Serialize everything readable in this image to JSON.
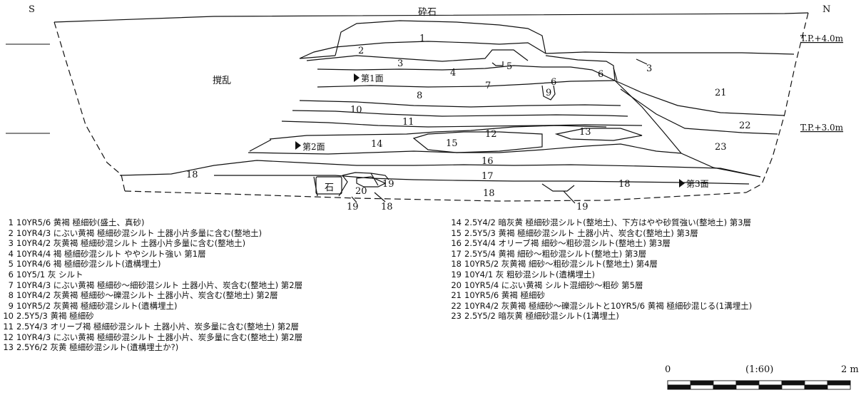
{
  "section": {
    "direction_left": "S",
    "direction_right": "N",
    "gravel_label": "砕石",
    "disturbed_label": "撹乱",
    "stone_label": "石",
    "tp_upper": "T.P.+4.0m",
    "tp_lower": "T.P.+3.0m",
    "surface_labels": [
      "第1面",
      "第2面",
      "第3面"
    ],
    "layer_numbers": [
      "1",
      "2",
      "3",
      "3",
      "4",
      "5",
      "6",
      "6",
      "7",
      "8",
      "9",
      "10",
      "11",
      "12",
      "13",
      "14",
      "15",
      "16",
      "17",
      "18",
      "18",
      "18",
      "18",
      "19",
      "19",
      "19",
      "20",
      "21",
      "22",
      "23"
    ]
  },
  "legend_left": [
    {
      "num": "1",
      "text": "10YR5/6 黄褐 極細砂(盛土、真砂)"
    },
    {
      "num": "2",
      "text": "10YR4/3 にぶい黄褐 極細砂混シルト 土器小片多量に含む(整地土)"
    },
    {
      "num": "3",
      "text": "10YR4/2 灰黄褐 極細砂混シルト 土器小片多量に含む(整地土)"
    },
    {
      "num": "4",
      "text": "10YR4/4 褐 極細砂混シルト ややシルト強い 第1層"
    },
    {
      "num": "5",
      "text": "10YR4/6 褐 極細砂混シルト(遺構埋土)"
    },
    {
      "num": "6",
      "text": "10Y5/1 灰 シルト"
    },
    {
      "num": "7",
      "text": "10YR4/3 にぶい黄褐 極細砂～細砂混シルト 土器小片、炭含む(整地土) 第2層"
    },
    {
      "num": "8",
      "text": "10YR4/2 灰黄褐 極細砂～礫混シルト 土器小片、炭含む(整地土) 第2層"
    },
    {
      "num": "9",
      "text": "10YR5/2 灰黄褐 極細砂混シルト(遺構埋土)"
    },
    {
      "num": "10",
      "text": "2.5Y5/3 黄褐 極細砂"
    },
    {
      "num": "11",
      "text": "2.5Y4/3 オリーブ褐 極細砂混シルト 土器小片、炭多量に含む(整地土) 第2層"
    },
    {
      "num": "12",
      "text": "10YR4/3 にぶい黄褐 極細砂混シルト 土器小片、炭多量に含む(整地土) 第2層"
    },
    {
      "num": "13",
      "text": "2.5Y6/2 灰黄 極細砂混シルト(遺構埋土か?)"
    }
  ],
  "legend_right": [
    {
      "num": "14",
      "text": "2.5Y4/2 暗灰黄 極細砂混シルト(整地土)、下方はやや砂質強い(整地土) 第3層"
    },
    {
      "num": "15",
      "text": "2.5Y5/3 黄褐 極細砂混シルト 土器小片、炭含む(整地土) 第3層"
    },
    {
      "num": "16",
      "text": "2.5Y4/4 オリーブ褐 細砂～粗砂混シルト(整地土) 第3層"
    },
    {
      "num": "17",
      "text": "2.5Y5/4 黄褐 細砂～粗砂混シルト(整地土) 第3層"
    },
    {
      "num": "18",
      "text": "10YR5/2 灰黄褐 細砂～粗砂混シルト(整地土) 第4層"
    },
    {
      "num": "19",
      "text": "10Y4/1 灰 粗砂混シルト(遺構埋土)"
    },
    {
      "num": "20",
      "text": "10YR5/4 にぶい黄褐 シルト混細砂～粗砂 第5層"
    },
    {
      "num": "21",
      "text": "10YR5/6 黄褐 極細砂"
    },
    {
      "num": "22",
      "text": "10YR4/2 灰黄褐 極細砂～礫混シルトと10YR5/6 黄褐 極細砂混じる(1溝埋土)"
    },
    {
      "num": "23",
      "text": "2.5Y5/2 暗灰黄 極細砂混シルト(1溝埋土)"
    }
  ],
  "scale": {
    "start": "0",
    "ratio": "(1:60)",
    "end": "2 m"
  }
}
